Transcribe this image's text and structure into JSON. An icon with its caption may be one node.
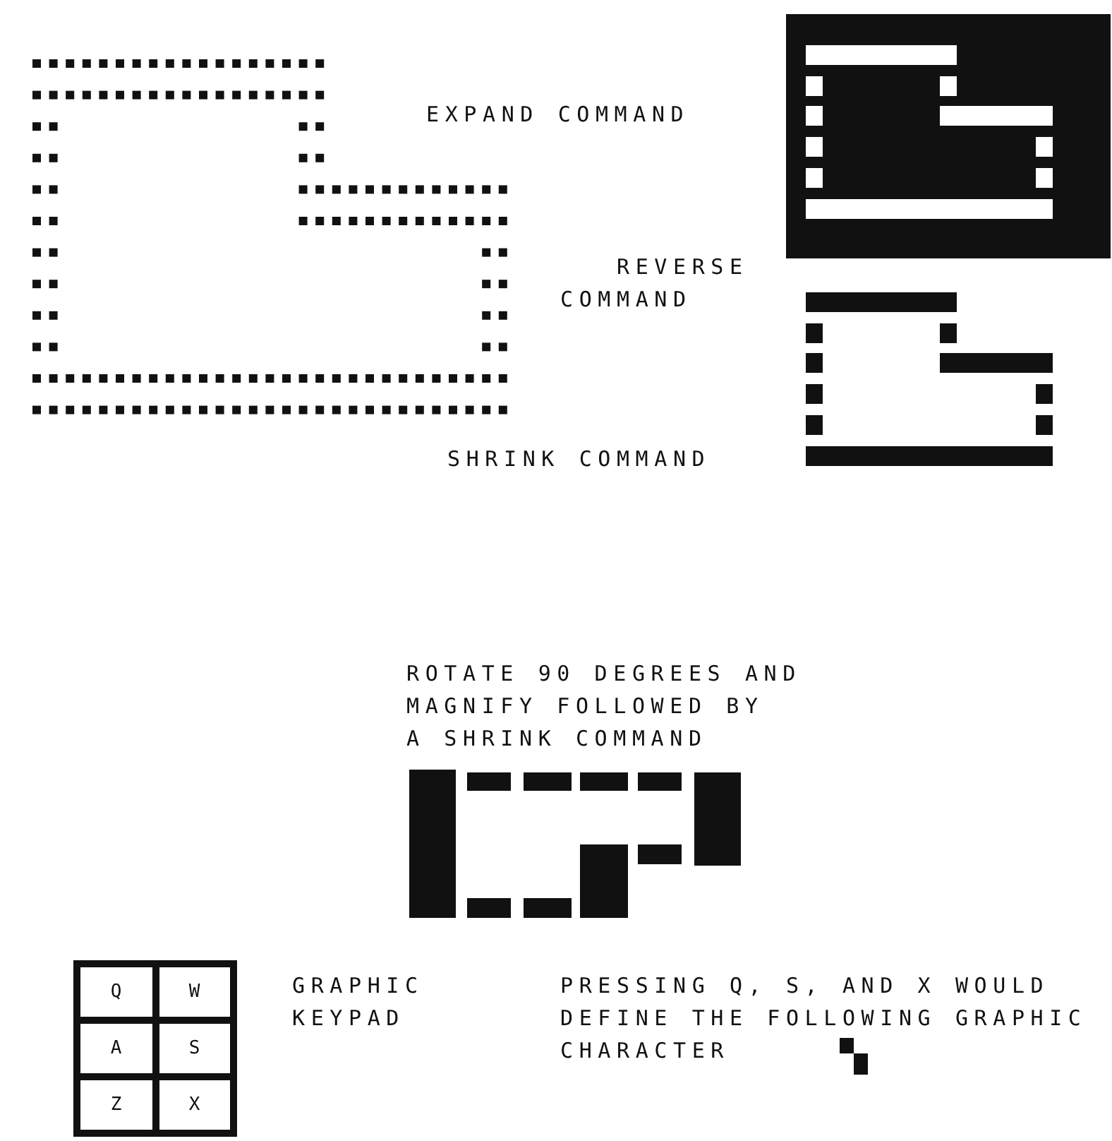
{
  "diagram": {
    "nodes": [
      {
        "text": [
          "Q"
        ]
      },
      {
        "text": [
          "W"
        ]
      },
      {
        "text": [
          "A"
        ]
      },
      {
        "text": [
          "S"
        ]
      },
      {
        "text": [
          "Z"
        ]
      },
      {
        "text": [
          "X"
        ]
      }
    ],
    "labels": [
      "EXPAND COMMAND",
      "REVERSE COMMAND",
      "SHRINK COMMAND",
      "ROTATE 90 DEGREES AND MAGNIFY FOLLOWED BY A SHRINK COMMAND",
      "GRAPHIC KEYPAD",
      "PRESSING Q, S, AND X WOULD DEFINE THE FOLLOWING GRAPHIC CHARACTER"
    ]
  }
}
